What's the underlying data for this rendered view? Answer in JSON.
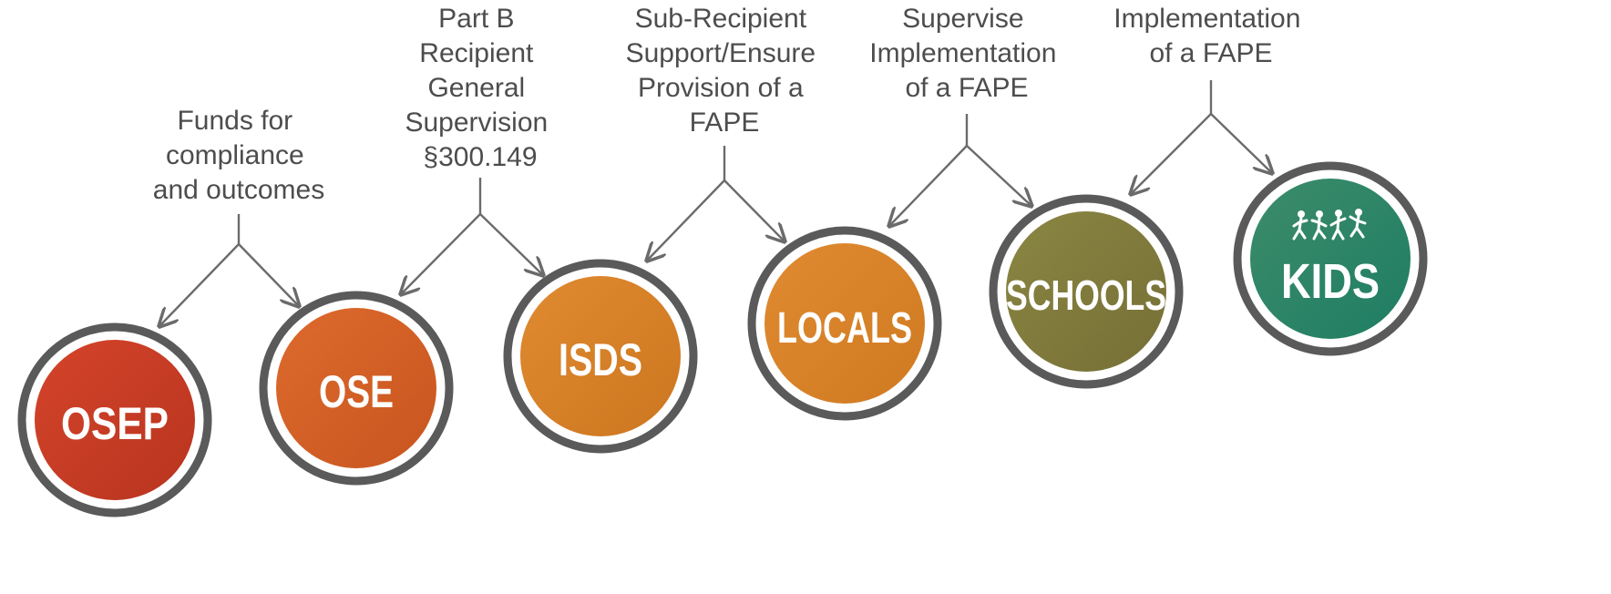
{
  "nodes": [
    {
      "key": "osep",
      "label": "OSEP",
      "color_light": "#d4442a",
      "color_dark": "#b8341f"
    },
    {
      "key": "ose",
      "label": "OSE",
      "color_light": "#dd6a2c",
      "color_dark": "#c8551f"
    },
    {
      "key": "isds",
      "label": "ISDS",
      "color_light": "#e08a30",
      "color_dark": "#cc7620"
    },
    {
      "key": "locals",
      "label": "LOCALS",
      "color_light": "#e08a30",
      "color_dark": "#cf7a22"
    },
    {
      "key": "schools",
      "label": "SCHOOLS",
      "color_light": "#8a8642",
      "color_dark": "#766f36"
    },
    {
      "key": "kids",
      "label": "KIDS",
      "color_light": "#3c8c6a",
      "color_dark": "#1f7d63"
    }
  ],
  "labels": [
    {
      "key": "funds",
      "lines": [
        "Funds for",
        "compliance",
        "and outcomes"
      ]
    },
    {
      "key": "part-b",
      "lines": [
        "Part B",
        "Recipient",
        "General",
        "Supervision",
        "§300.149"
      ]
    },
    {
      "key": "sub-recipient",
      "lines": [
        "Sub-Recipient",
        "Support/Ensure",
        "Provision of a",
        "FAPE"
      ]
    },
    {
      "key": "supervise",
      "lines": [
        "Supervise",
        "Implementation",
        "of a FAPE"
      ]
    },
    {
      "key": "implementation",
      "lines": [
        "Implementation",
        "of a FAPE"
      ]
    }
  ],
  "colors": {
    "ring": "#5a5a5a",
    "connector": "#6b6b6b",
    "label_text": "#4d4d4d"
  },
  "icons": {
    "kids": "children-running-icon"
  }
}
